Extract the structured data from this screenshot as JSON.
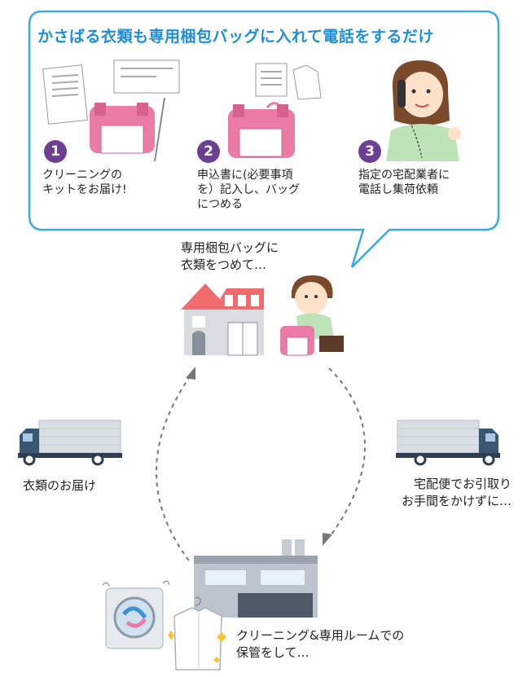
{
  "headline": "かさばる衣類も専用梱包バッグに入れて電話をするだけ",
  "steps": [
    {
      "number": "1",
      "text": "クリーニングの\nキットをお届け!"
    },
    {
      "number": "2",
      "text": "申込書に(必要事項\nを）記入し、バッグ\nにつめる"
    },
    {
      "number": "3",
      "text": "指定の宅配業者に\n電話し集荷依頼"
    }
  ],
  "cycle": {
    "home": "専用梱包バッグに\n衣類をつめて…",
    "delivery": "衣類のお届け",
    "pickup": "宅配便でお引取り\nお手間をかけずに…",
    "cleaning": "クリーニング&専用ルームでの\n保管をして…"
  },
  "colors": {
    "accent_blue": "#1f8ed8",
    "callout_border": "#3aa9e6",
    "step_badge": "#6d3f93",
    "bag_pink": "#e97ba6",
    "truck_gray": "#c5ccd3",
    "arrow_gray": "#777777"
  },
  "icons": [
    "document-icon",
    "cleaning-bag-icon",
    "shirt-icon",
    "phone-woman-icon",
    "house-icon",
    "woman-packing-icon",
    "truck-icon",
    "factory-icon",
    "washing-machine-icon",
    "clean-shirt-icon"
  ]
}
